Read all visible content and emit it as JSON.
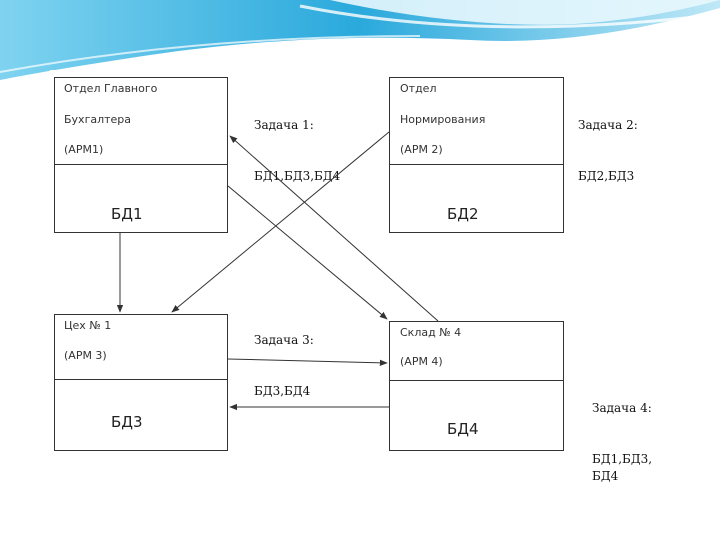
{
  "blocks": {
    "arm1": {
      "line1": "Отдел Главного",
      "line2": "Бухгалтера",
      "line3": "(АРМ1)",
      "db": "БД1"
    },
    "arm2": {
      "line1": "Отдел",
      "line2": "Нормирования",
      "line3": "(АРМ 2)",
      "db": "БД2"
    },
    "arm3": {
      "line1": "Цех № 1",
      "line2": "(АРМ 3)",
      "db": "БД3"
    },
    "arm4": {
      "line1": "Склад № 4",
      "line2": "(АРМ 4)",
      "db": "БД4"
    }
  },
  "tasks": {
    "task1": {
      "title": "Задача 1:",
      "text": "БД1,БД3,БД4"
    },
    "task2": {
      "title": "Задача 2:",
      "text": "БД2,БД3"
    },
    "task3": {
      "title": "Задача 3:",
      "text": "БД3,БД4"
    },
    "task4": {
      "title": "Задача 4:",
      "text": "БД1,БД3,\nБД4"
    }
  },
  "colors": {
    "line": "#333333",
    "wave_dark": "#1fa3d6",
    "wave_light": "#bfe8f7"
  }
}
